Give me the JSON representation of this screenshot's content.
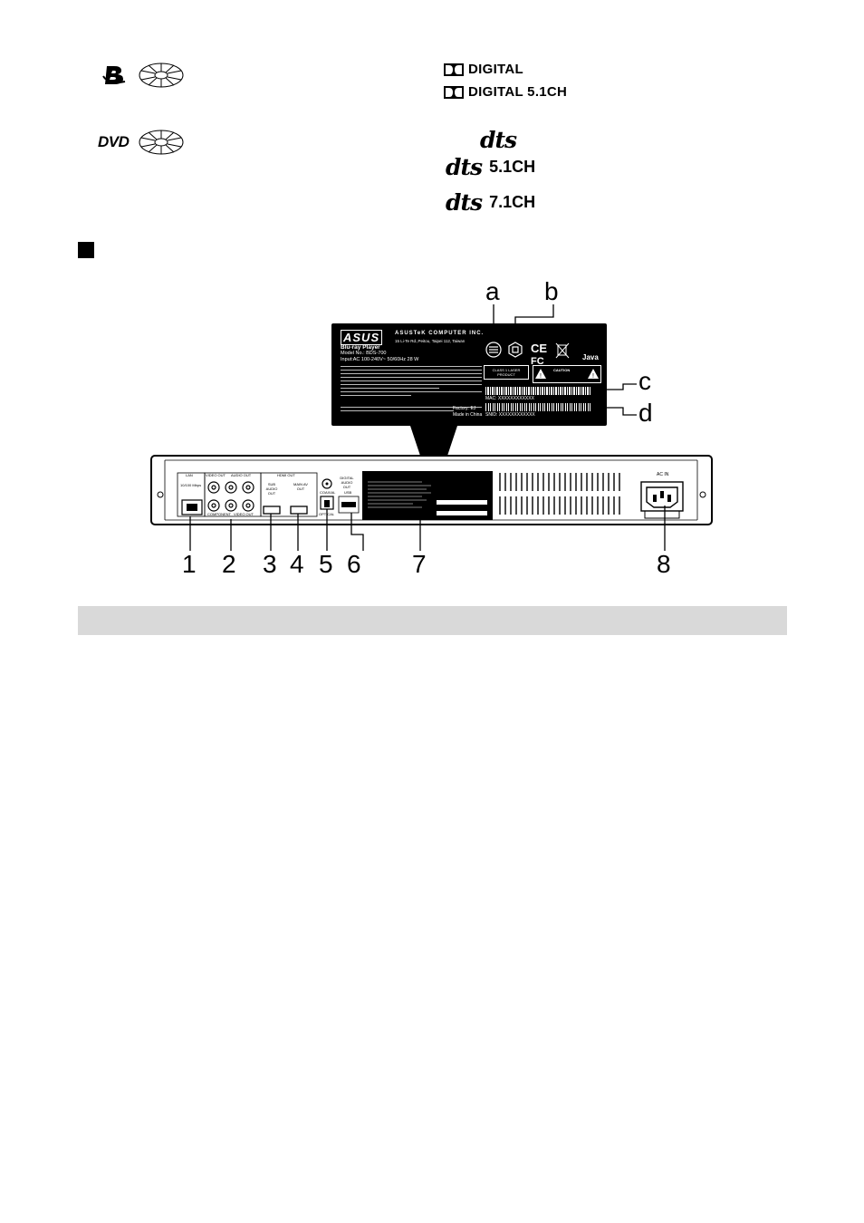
{
  "formats": {
    "bd_logo_icon": "blu-ray-disc-logo-icon",
    "dvd_logo": "DVD",
    "disc_icon": "disc-sectors-icon"
  },
  "audio_logos": {
    "dolby_digital": "DIGITAL",
    "dolby_digital_51": "DIGITAL 5.1CH",
    "dts": "dts",
    "dts_51_ch": "5.1CH",
    "dts_71_ch": "7.1CH"
  },
  "label": {
    "company": "ASUSTeK COMPUTER INC.",
    "brand": "ASUS",
    "address": "15 Li-Te Rd.,Peitou, Taipei 112, Taiwan",
    "product": "Blu-ray Player",
    "model": "Model No.: BDS-700",
    "input": "Input:AC 100-240V~ 50/60Hz 28 W",
    "laser": "CLASS 1 LASER PRODUCT",
    "caution": "CAUTION",
    "mac": "MAC: XXXXXXXXXXXX",
    "snid": "SNID: XXXXXXXXXXXX",
    "factory": "Factory: EJ",
    "made_in": "Made in China",
    "java": "Java"
  },
  "panel": {
    "lan": "LAN",
    "lan_speed": "10/100 Mbps",
    "video_out": "VIDEO OUT",
    "audio_out": "AUDIO OUT",
    "component": "COMPONENT",
    "video_out2": "VIDEO OUT",
    "hdmi": "HDMI OUT",
    "sub": "SUB AUDIO OUT",
    "main": "MAIN AV OUT",
    "coaxial": "COAXIAL",
    "digital_audio_out": "DIGITAL AUDIO OUT",
    "optical": "OPTICAL",
    "usb": "USB",
    "ac_in": "AC IN"
  },
  "callouts": {
    "letters": [
      "a",
      "b",
      "c",
      "d"
    ],
    "numbers": [
      "1",
      "2",
      "3",
      "4",
      "5",
      "6",
      "7",
      "8"
    ]
  }
}
